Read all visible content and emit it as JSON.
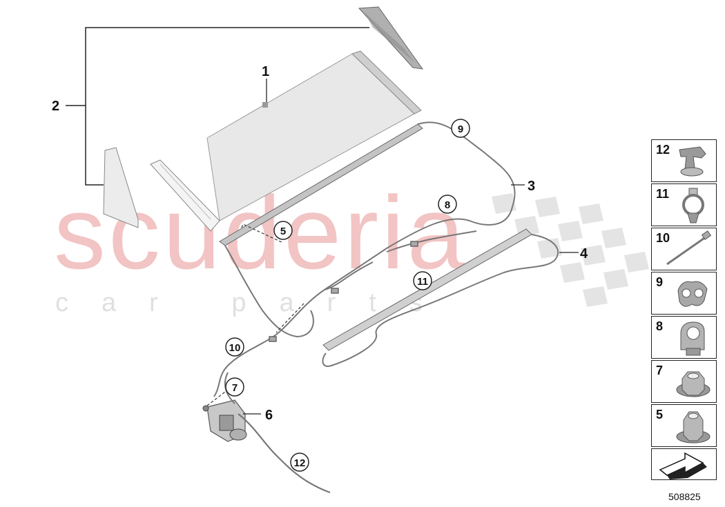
{
  "watermark": {
    "main": "scuderia",
    "sub": "car parts"
  },
  "callouts": [
    "1",
    "2",
    "3",
    "4",
    "6"
  ],
  "circled": [
    "5",
    "7",
    "8",
    "9",
    "10",
    "11",
    "12"
  ],
  "legend": [
    "12",
    "11",
    "10",
    "9",
    "8",
    "7",
    "5"
  ],
  "diagram_id": "508825"
}
